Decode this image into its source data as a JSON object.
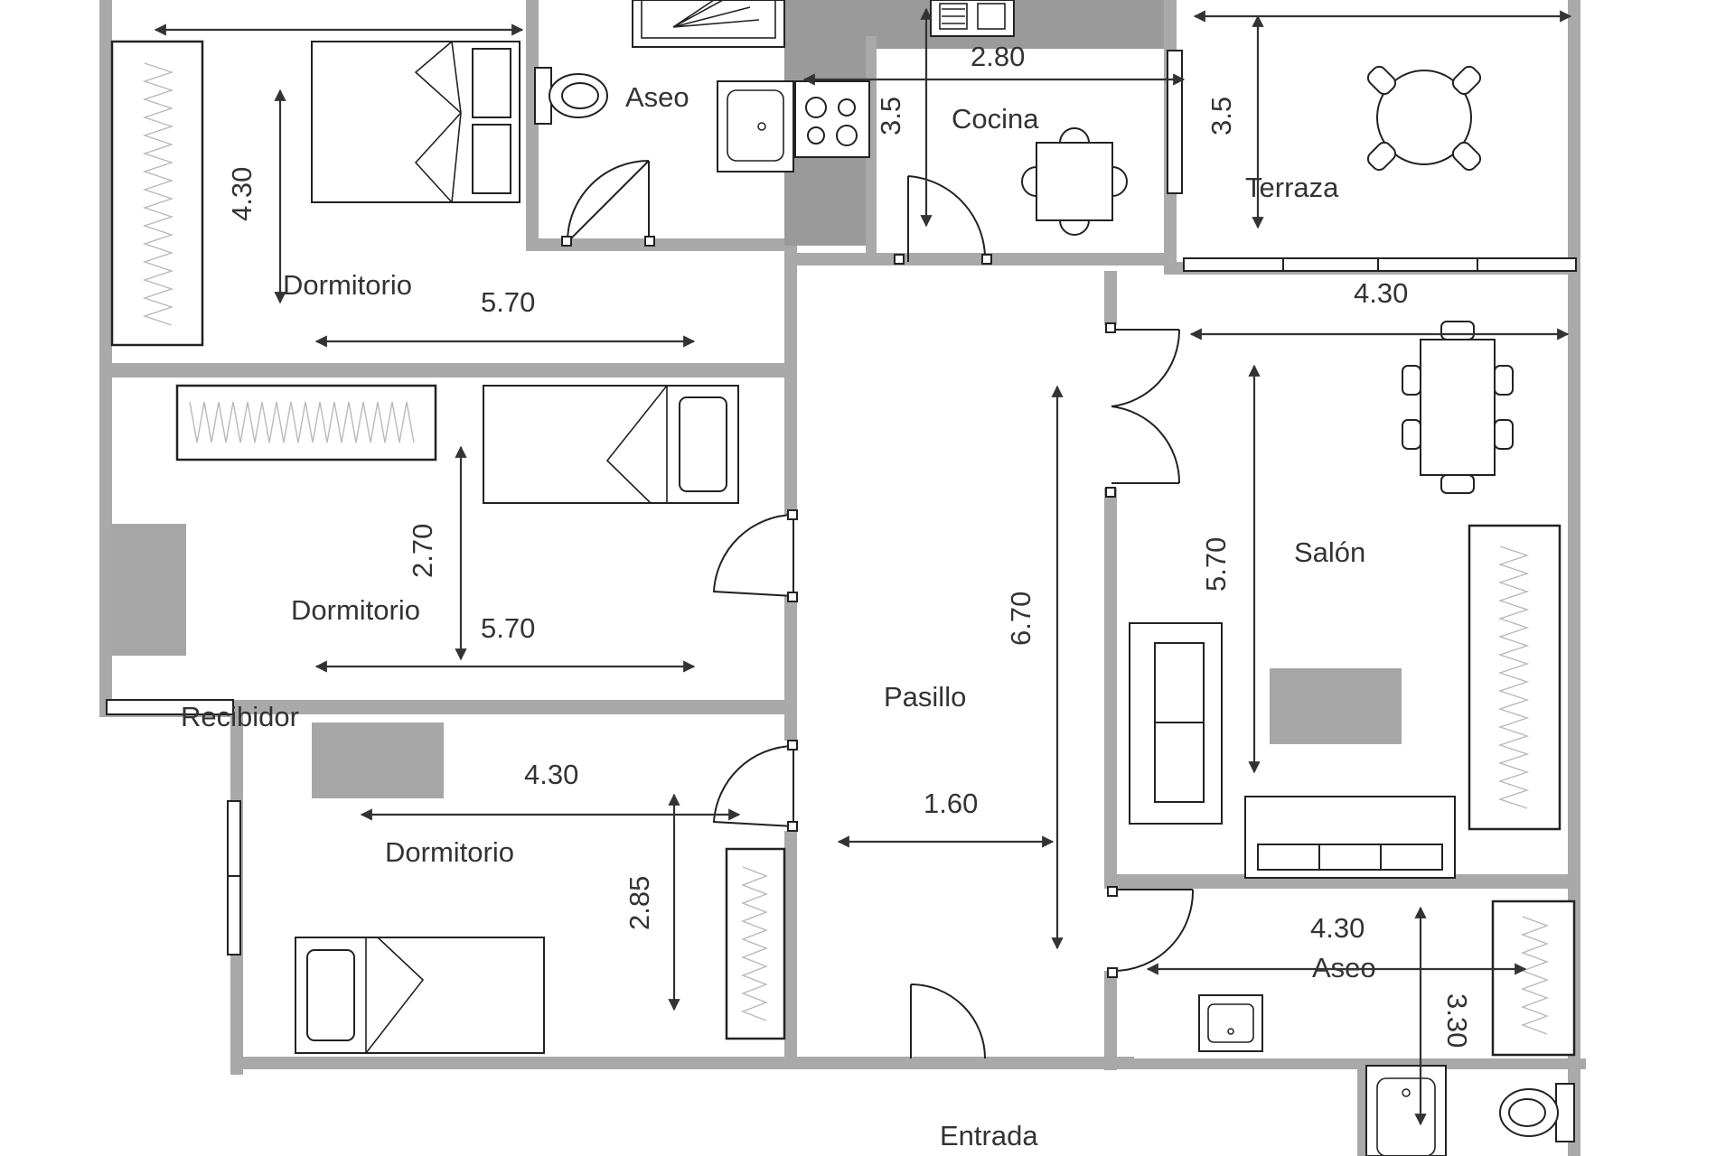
{
  "rooms": {
    "dormitorio_1": "Dormitorio",
    "dormitorio_2": "Dormitorio",
    "dormitorio_3": "Dormitorio",
    "aseo_1": "Aseo",
    "aseo_2": "Aseo",
    "cocina": "Cocina",
    "terraza": "Terraza",
    "salon": "Salón",
    "pasillo": "Pasillo",
    "recibidor": "Recibidor",
    "entrada": "Entrada"
  },
  "dimensions": {
    "dorm1_height": "4.30",
    "dorm1_width": "5.70",
    "dorm2_height": "2.70",
    "dorm2_width": "5.70",
    "dorm3_width": "4.30",
    "dorm3_height": "2.85",
    "cocina_width": "2.80",
    "cocina_height": "3.5",
    "terraza_height": "3.5",
    "salon_width": "4.30",
    "salon_height": "5.70",
    "pasillo_length": "6.70",
    "pasillo_width": "1.60",
    "aseo2_width": "4.30",
    "aseo2_height": "3.30"
  }
}
